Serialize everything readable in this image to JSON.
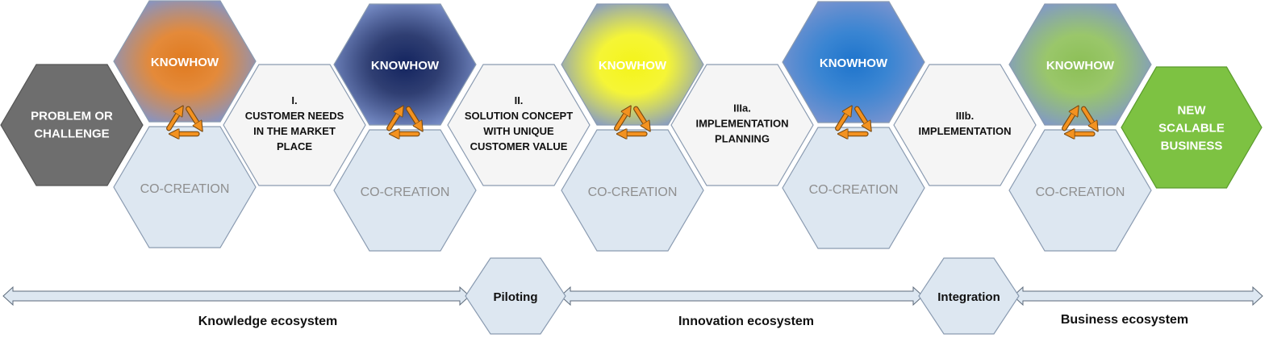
{
  "start": {
    "lines": [
      "PROBLEM OR",
      "CHALLENGE"
    ]
  },
  "end": {
    "lines": [
      "NEW",
      "SCALABLE",
      "BUSINESS"
    ]
  },
  "knowhow_label": "KNOWHOW",
  "cocreation_label": "CO-CREATION",
  "stages": [
    {
      "lines": [
        "I.",
        "CUSTOMER NEEDS",
        "IN THE MARKET",
        "PLACE"
      ]
    },
    {
      "lines": [
        "II.",
        "SOLUTION CONCEPT",
        "WITH UNIQUE",
        "CUSTOMER VALUE"
      ]
    },
    {
      "lines": [
        "IIIa.",
        "IMPLEMENTATION",
        "PLANNING"
      ]
    },
    {
      "lines": [
        "IIIb.",
        "IMPLEMENTATION"
      ]
    }
  ],
  "knowhow_colors": [
    "#e07a1f",
    "#13245f",
    "#f4f41a",
    "#1e74cc",
    "#8cbf56"
  ],
  "colors": {
    "start": "#6e6e6e",
    "end": "#7dc242",
    "stage_fill": "#f5f5f5",
    "cocreation_fill": "#dde7f1",
    "knowhow_edge": "#7f95cf",
    "recycle": "#f39220",
    "arrow_fill": "#dde7f1",
    "outline": "#8a9bb1"
  },
  "transitions": [
    "Piloting",
    "Integration"
  ],
  "ecosystems": [
    "Knowledge ecosystem",
    "Innovation ecosystem",
    "Business ecosystem"
  ]
}
